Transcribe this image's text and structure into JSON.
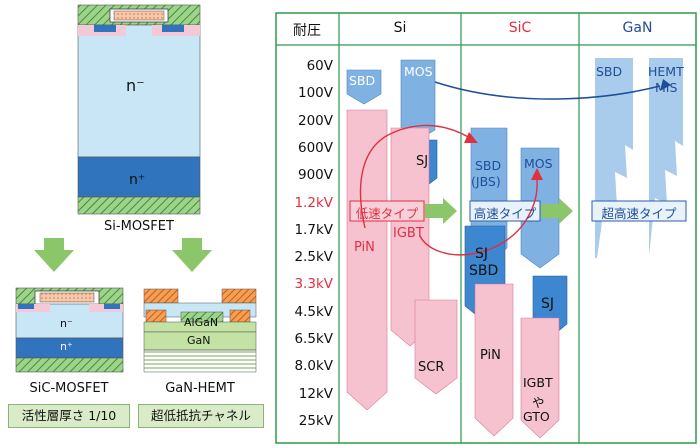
{
  "left": {
    "si_mosfet": {
      "caption": "Si-MOSFET",
      "drift": "n⁻",
      "substrate": "n⁺"
    },
    "sic_mosfet": {
      "caption": "SiC-MOSFET",
      "drift": "n⁻",
      "substrate": "n⁺",
      "note": "活性層厚さ 1/10"
    },
    "gan_hemt": {
      "caption": "GaN-HEMT",
      "barrier": "AlGaN",
      "channel": "GaN",
      "note": "超低抵抗チャネル"
    }
  },
  "table": {
    "header": {
      "voltage": "耐圧",
      "si": "Si",
      "sic": "SiC",
      "gan": "GaN"
    },
    "voltages": [
      {
        "v": "60V",
        "red": false
      },
      {
        "v": "100V",
        "red": false
      },
      {
        "v": "200V",
        "red": false
      },
      {
        "v": "600V",
        "red": false
      },
      {
        "v": "900V",
        "red": false
      },
      {
        "v": "1.2kV",
        "red": true
      },
      {
        "v": "1.7kV",
        "red": false
      },
      {
        "v": "2.5kV",
        "red": false
      },
      {
        "v": "3.3kV",
        "red": true
      },
      {
        "v": "4.5kV",
        "red": false
      },
      {
        "v": "6.5kV",
        "red": false
      },
      {
        "v": "8.0kV",
        "red": false
      },
      {
        "v": "12kV",
        "red": false
      },
      {
        "v": "25kV",
        "red": false
      }
    ],
    "devices": {
      "si_sbd": "SBD",
      "si_mos": "MOS",
      "si_sj": "SJ",
      "si_pin": "PiN",
      "si_igbt": "IGBT",
      "si_scr": "SCR",
      "sic_sbd_1": "SBD",
      "sic_sbd_2": "(JBS)",
      "sic_mos": "MOS",
      "sic_sjsbd_1": "SJ",
      "sic_sjsbd_2": "SBD",
      "sic_sj": "SJ",
      "sic_pin": "PiN",
      "sic_igbt_1": "IGBT",
      "sic_igbt_2": "や",
      "sic_igbt_3": "GTO",
      "gan_sbd": "SBD",
      "gan_hemt_1": "HEMT",
      "gan_hemt_2": "MIS"
    },
    "speed": {
      "low": "低速タイプ",
      "high": "高速タイプ",
      "ultra": "超高速タイプ"
    }
  },
  "colors": {
    "blue": "#7fb2e3",
    "pink": "#f6c2cf",
    "green": "#8cc66a",
    "red": "#e03040",
    "navy": "#1f4e9a"
  }
}
